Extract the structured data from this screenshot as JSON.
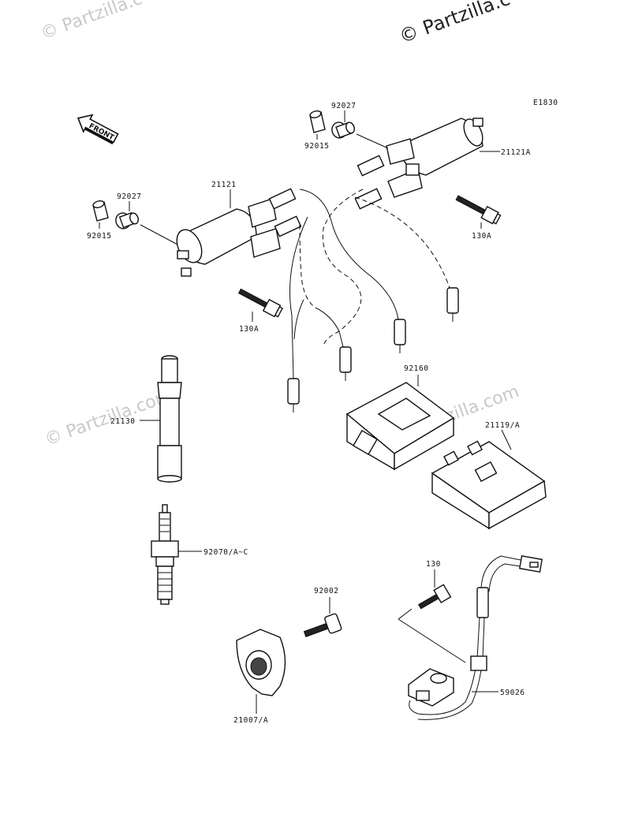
{
  "watermarks": {
    "top_left": "© Partzilla.c",
    "top_right": "© Partzilla.c",
    "mid_left": "© Partzilla.com",
    "mid_right": "© Partzilla.com"
  },
  "diagram_code": "E1830",
  "front_arrow_label": "FRONT",
  "part_labels": {
    "p92027_top": "92027",
    "p92015_top": "92015",
    "p21121A": "21121A",
    "p130A_right": "130A",
    "p21121": "21121",
    "p92027_left": "92027",
    "p92015_left": "92015",
    "p130A_left": "130A",
    "p92160": "92160",
    "p21130": "21130",
    "p21119A": "21119/A",
    "p92070": "92070/A~C",
    "p130": "130",
    "p92002": "92002",
    "p59026": "59026",
    "p21007A": "21007/A"
  }
}
